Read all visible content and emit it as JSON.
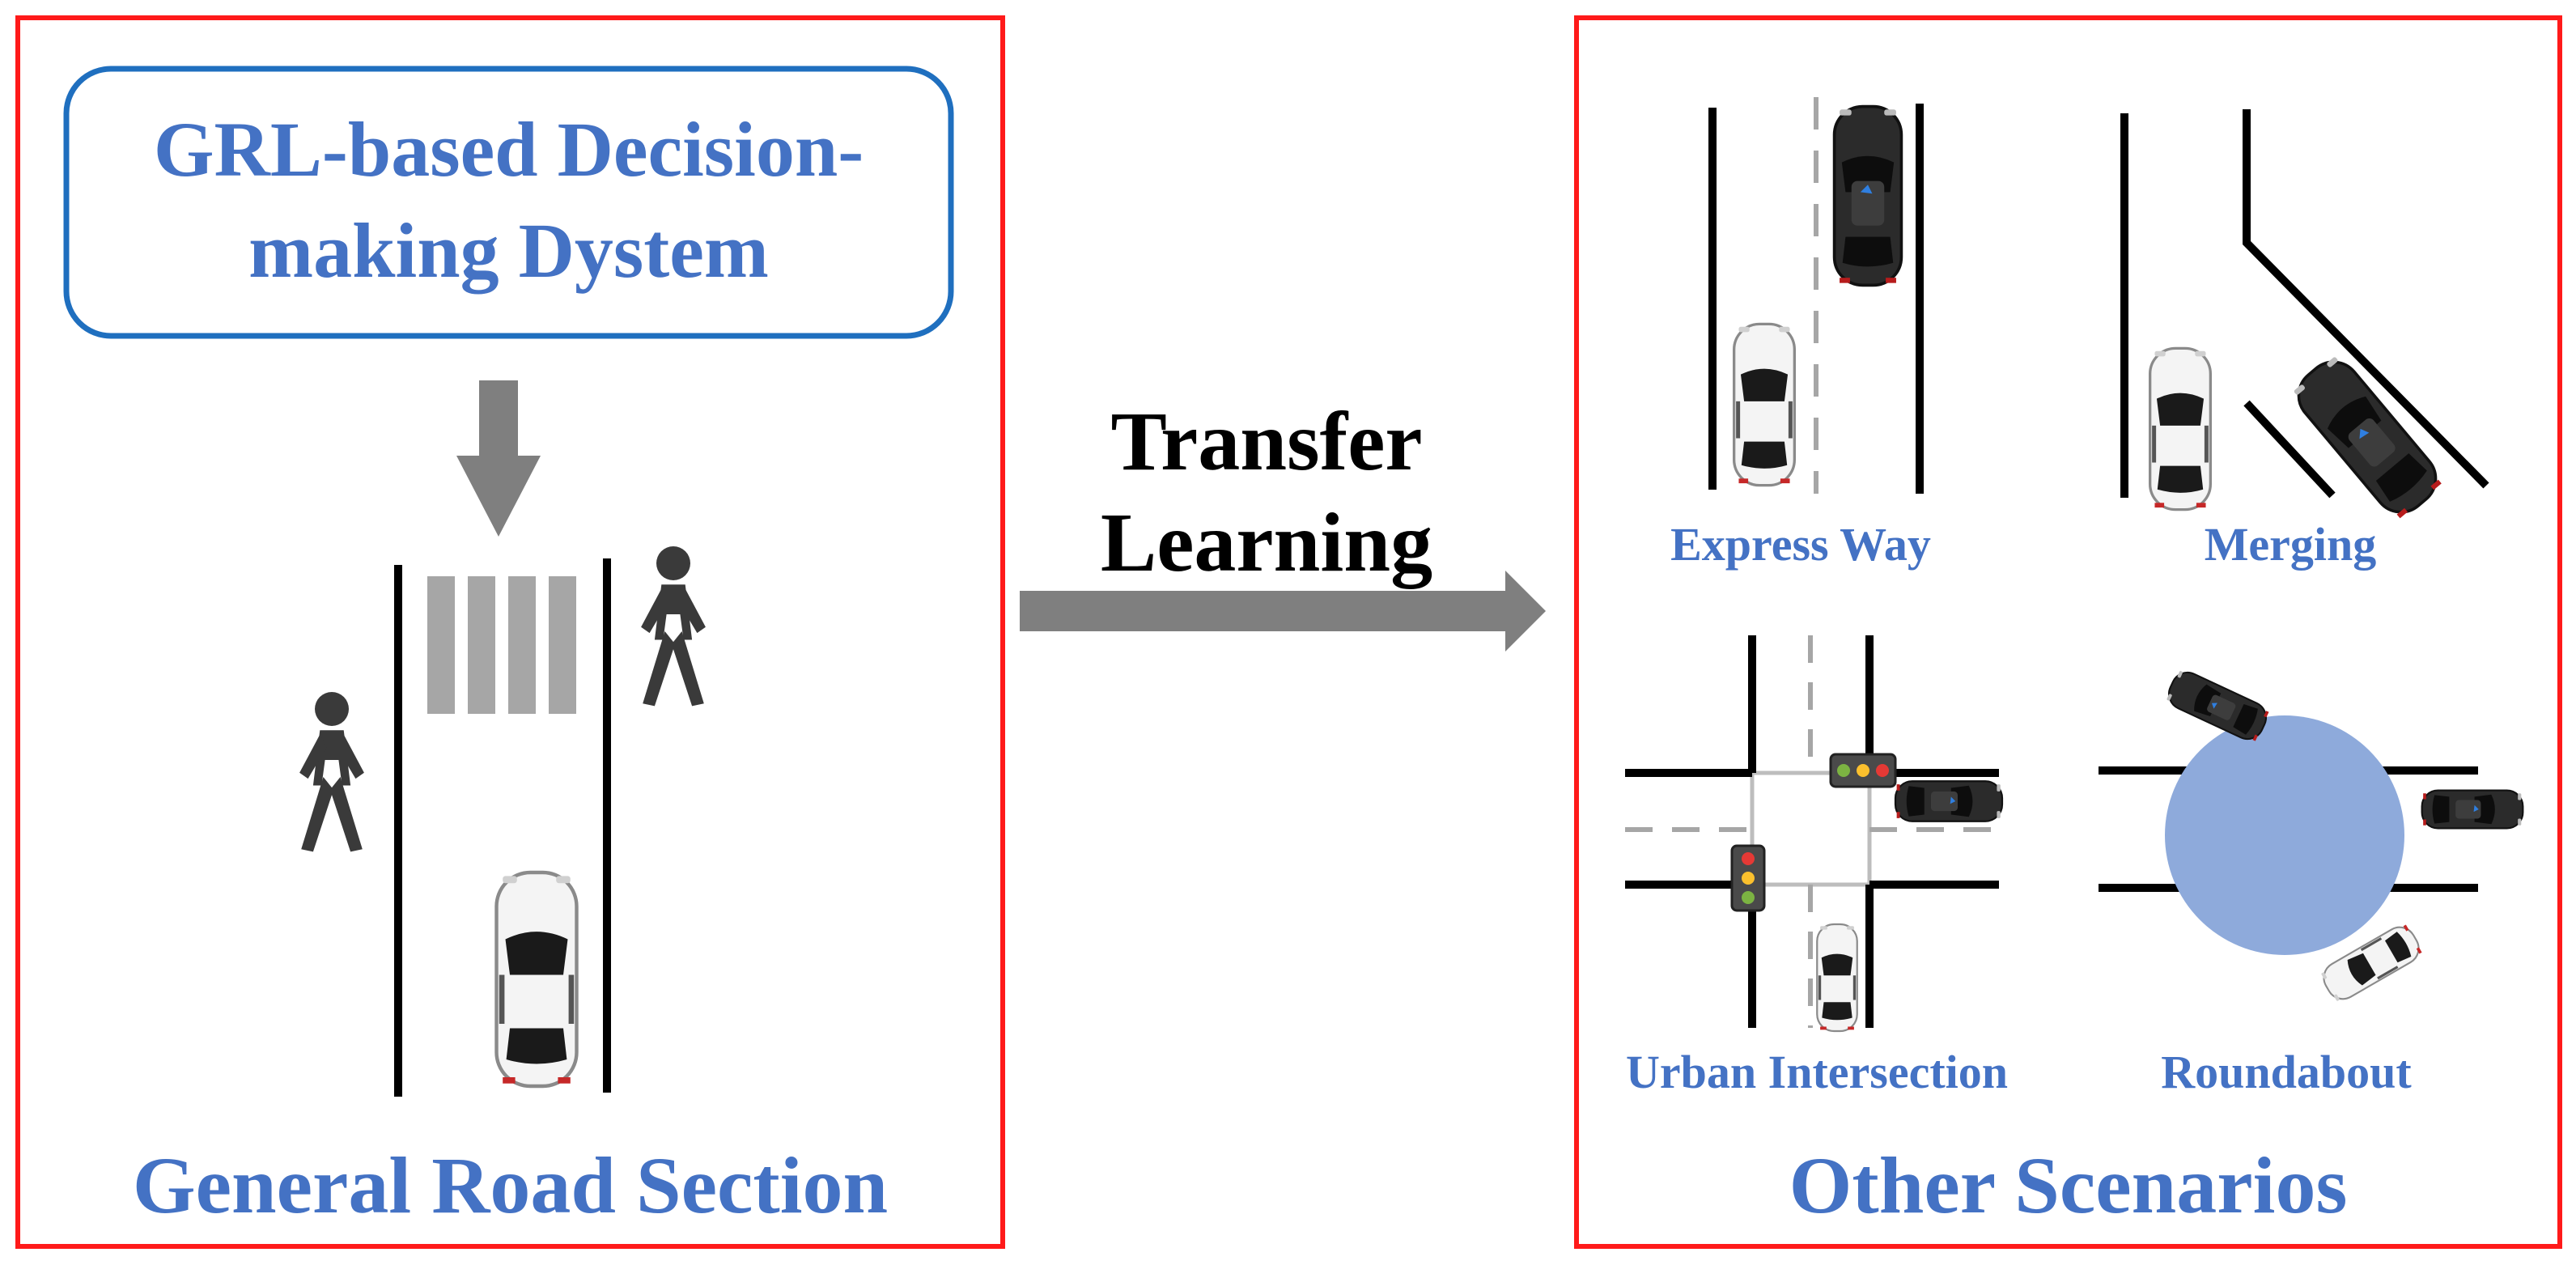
{
  "colors": {
    "panel_border": "#ff1a1a",
    "box_border": "#1f6fbf",
    "title_blue": "#4472C4",
    "arrow_gray": "#7f7f7f",
    "road_black": "#000000",
    "dash_gray": "#a6a6a6",
    "roundabout_fill": "#8eaadb",
    "pedestrian": "#3a3a3a"
  },
  "left_panel": {
    "system_box": {
      "line1": "GRL-based Decision-",
      "line2": "making Dystem"
    },
    "title": "General Road Section"
  },
  "transfer": {
    "line1": "Transfer",
    "line2": "Learning"
  },
  "right_panel": {
    "title": "Other Scenarios",
    "scenarios": {
      "express_way": "Express Way",
      "merging": "Merging",
      "urban_intersection": "Urban Intersection",
      "roundabout": "Roundabout"
    }
  },
  "icons": {
    "down_arrow": "down-arrow-icon",
    "right_arrow": "right-arrow-icon",
    "pedestrian": "pedestrian-icon",
    "car": "car-icon",
    "traffic_light": "traffic-light-icon"
  }
}
